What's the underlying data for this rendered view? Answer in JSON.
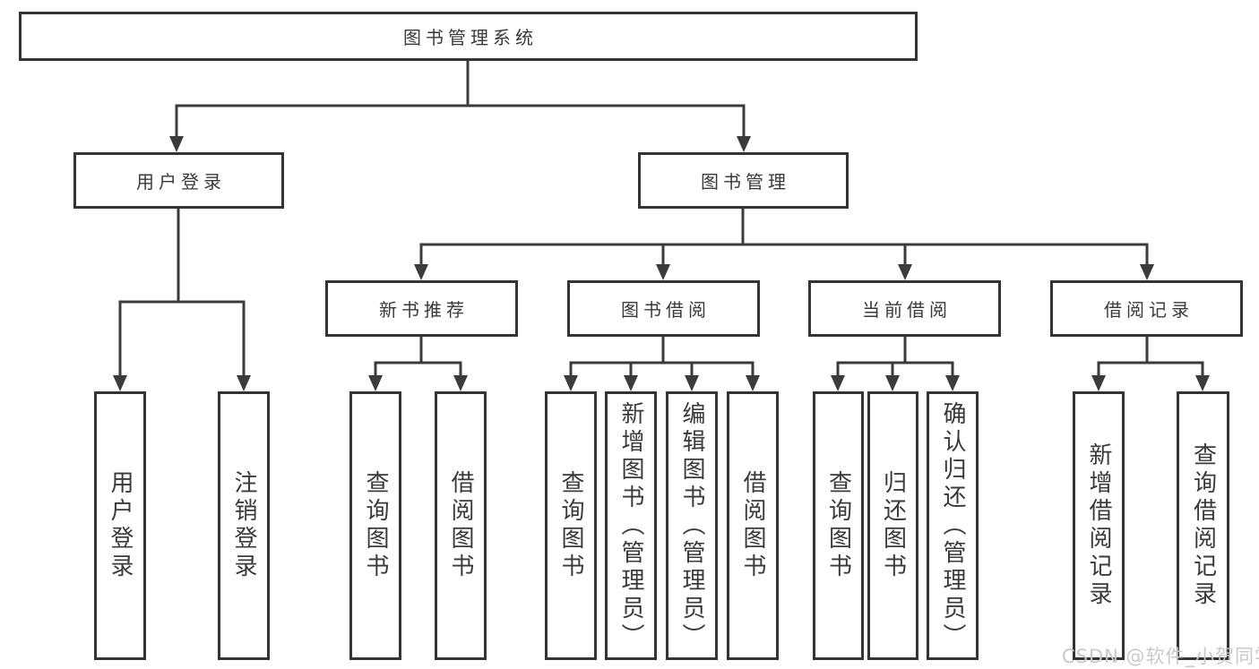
{
  "tree": {
    "root": "图书管理系统",
    "level2": [
      {
        "label": "用户登录",
        "leaves": [
          "用户登录",
          "注销登录"
        ]
      },
      {
        "label": "图书管理",
        "groups": [
          {
            "label": "新书推荐",
            "leaves": [
              "查询图书",
              "借阅图书"
            ]
          },
          {
            "label": "图书借阅",
            "leaves": [
              "查询图书",
              "新增图书（管理员）",
              "编辑图书（管理员）",
              "借阅图书"
            ]
          },
          {
            "label": "当前借阅",
            "leaves": [
              "查询图书",
              "归还图书",
              "确认归还（管理员）"
            ]
          },
          {
            "label": "借阅记录",
            "leaves": [
              "新增借阅记录",
              "查询借阅记录"
            ]
          }
        ]
      }
    ]
  },
  "watermark": "CSDN @软件_小贺同学",
  "colors": {
    "line": "#3b3b3b",
    "box_border": "#343434",
    "text": "#3a3a3a",
    "watermark": "#c9c9cb",
    "background": "#ffffff"
  }
}
